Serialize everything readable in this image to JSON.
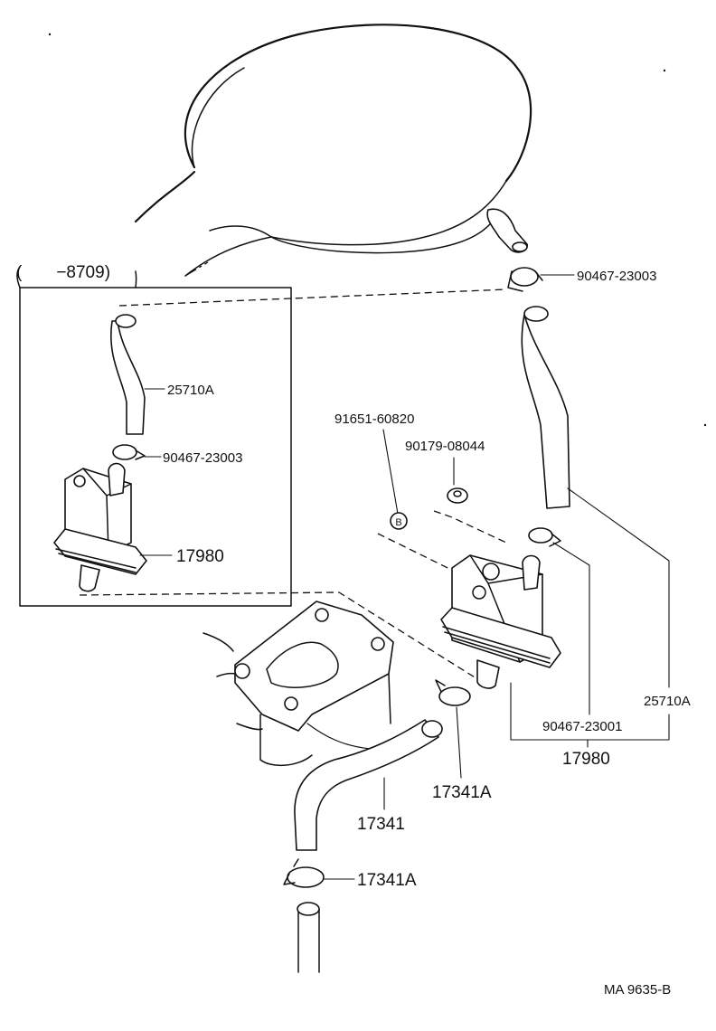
{
  "diagram": {
    "inset_range": "(　　−8709)",
    "labels": {
      "clamp_top_right": "90467-23003",
      "hose_inset": "25710A",
      "clamp_inset": "90467-23003",
      "canister_inset": "17980",
      "bolt": "91651-60820",
      "grommet": "90179-08044",
      "bolt_marker": "B",
      "hose_right": "25710A",
      "clamp_right": "90467-23001",
      "canister_group": "17980",
      "hose_clamp_mid": "17341A",
      "hose_lower": "17341",
      "hose_clamp_low": "17341A"
    },
    "reference": "MA  9635-B"
  }
}
